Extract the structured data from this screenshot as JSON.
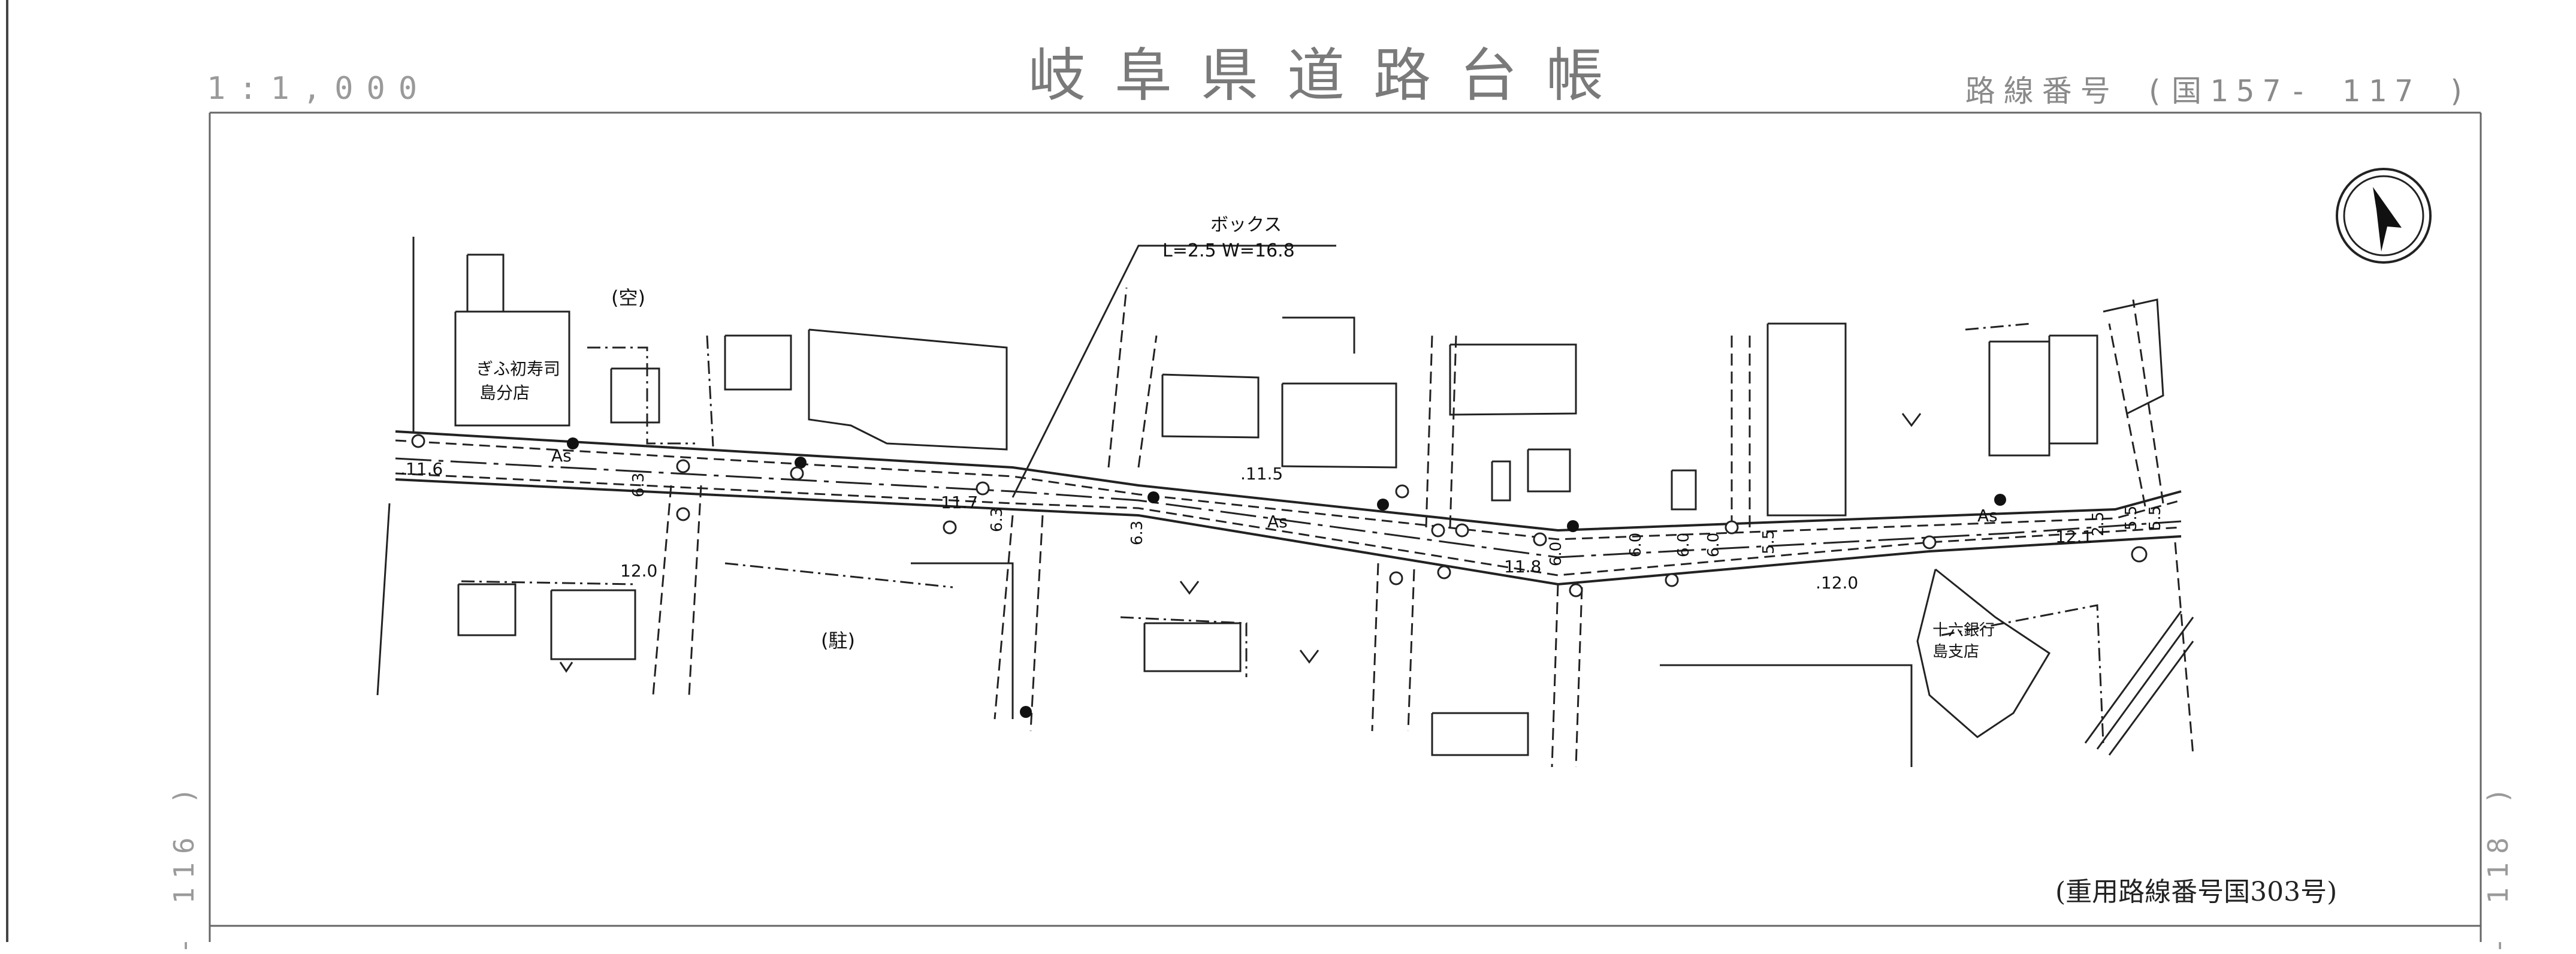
{
  "sheet": {
    "title": "岐阜県道路台帳",
    "scale": "1:1,000",
    "route_number": "路線番号 (国157- 117 )",
    "adjacent_left": "- 116 )",
    "adjacent_right": "- 118 )",
    "note": "(重用路線番号国303号)"
  },
  "map": {
    "box_culvert": {
      "label": "ボックス",
      "dims": "L=2.5 W=16.8"
    },
    "places": {
      "restaurant_line1": "ぎふ初寿司",
      "restaurant_line2": "島分店",
      "bank_line1": "十六銀行",
      "bank_line2": "島支店",
      "vacant": "(空)",
      "parking": "(駐)"
    },
    "surface_labels": {
      "as1": "As",
      "as2": "As",
      "as3": "As"
    },
    "elevations": {
      "e1": ".11.6",
      "e2": "11.7",
      "e3": ".11.5",
      "e4": "11.8",
      "e5": "12.0",
      "e6": ".12.0",
      "e7": "12.1"
    },
    "widths": {
      "w1": "6.3",
      "w2": "6.3",
      "w3": "6.3",
      "w4": "6.0",
      "w5": "6.0",
      "w6": "6.0",
      "w7": "6.0",
      "w8": "5.5",
      "w9": "2.5",
      "w10": "5.5",
      "w11": "5.5"
    },
    "north_arrow_icon": "north-arrow-icon",
    "colors": {
      "line": "#222222",
      "frame": "#555555",
      "title": "#7a7a7a"
    }
  }
}
